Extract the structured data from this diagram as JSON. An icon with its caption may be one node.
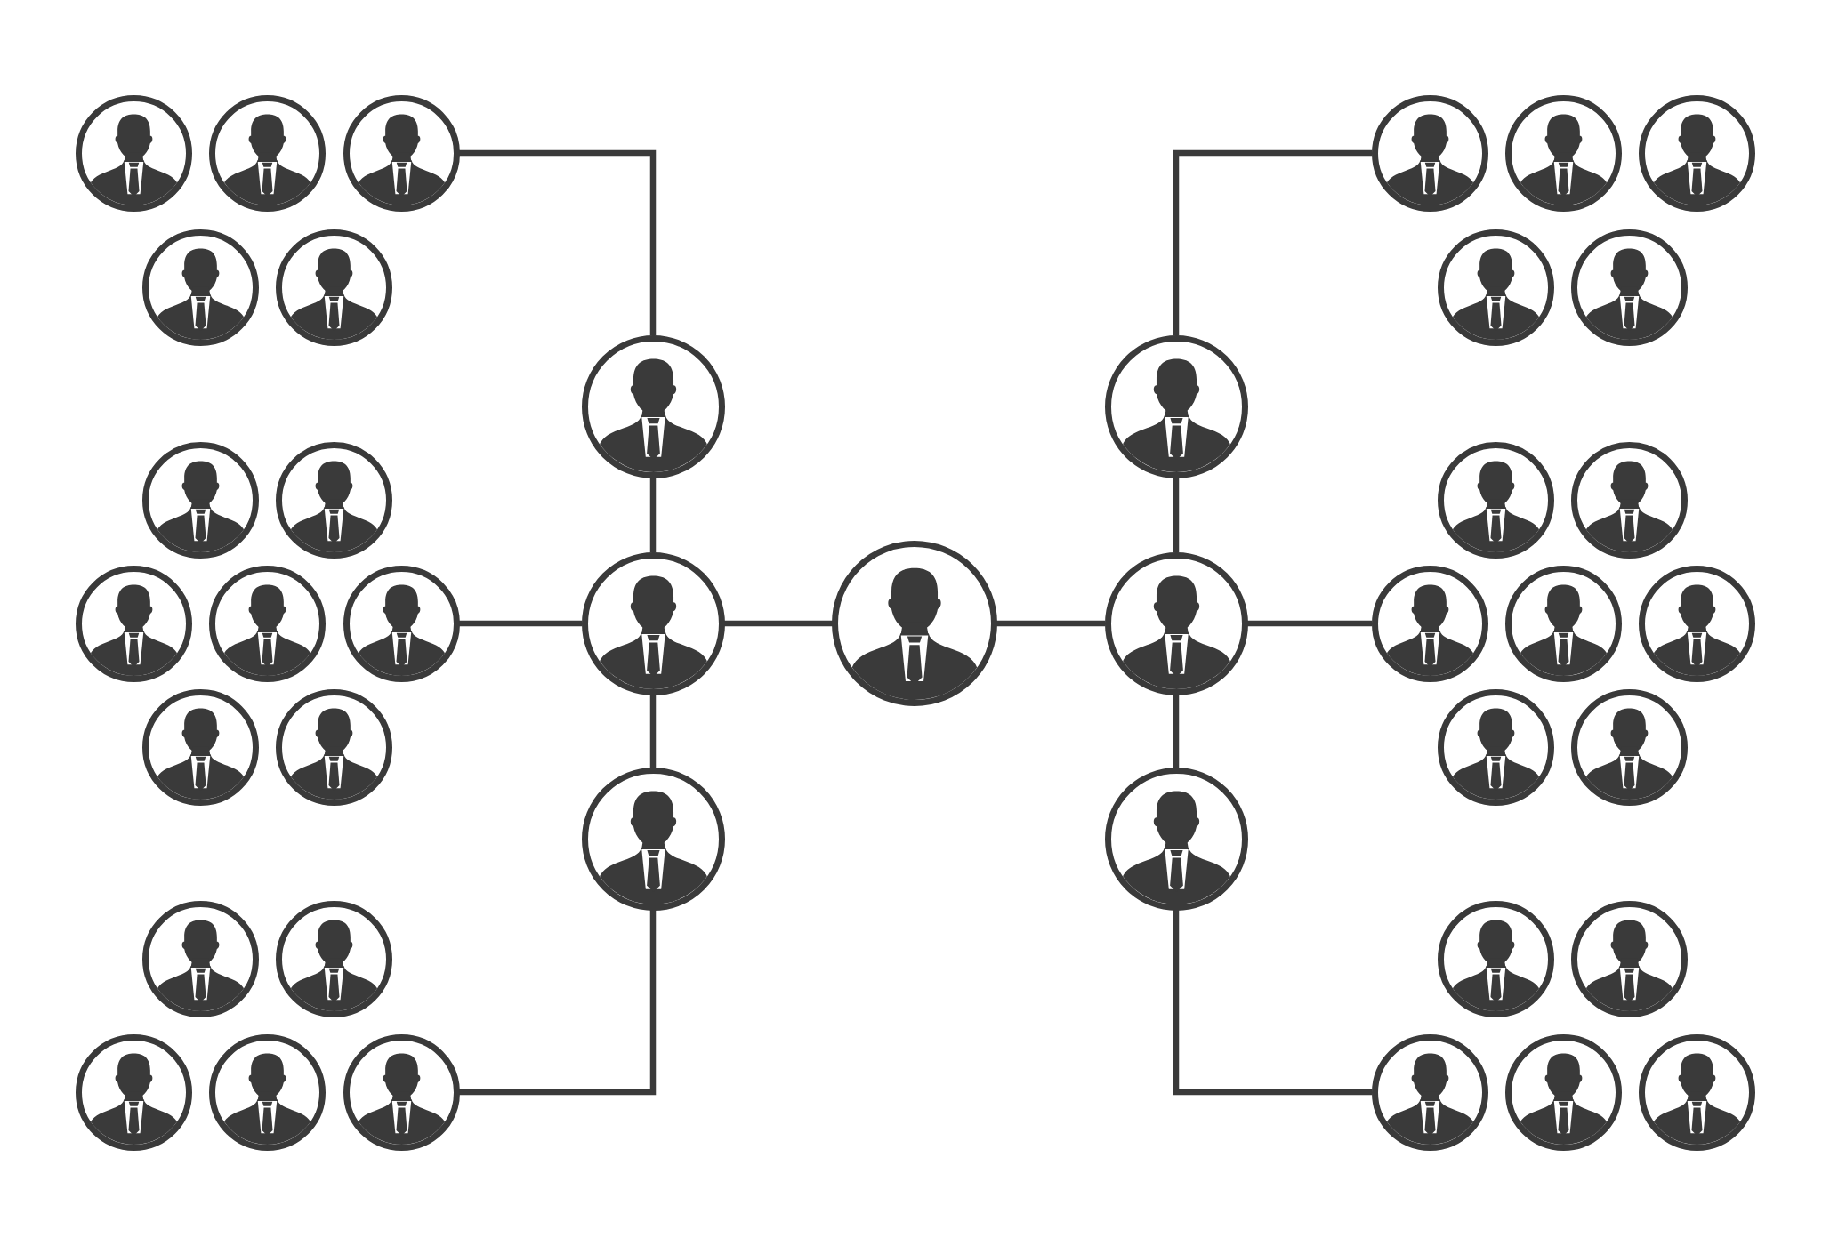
{
  "diagram": {
    "nodes": [
      {
        "text": [],
        "shape": "person"
      },
      {
        "text": [],
        "shape": "person"
      },
      {
        "text": [],
        "shape": "person"
      },
      {
        "text": [],
        "shape": "person"
      },
      {
        "text": [],
        "shape": "person"
      },
      {
        "text": [],
        "shape": "person"
      },
      {
        "text": [],
        "shape": "person"
      },
      {
        "text": [],
        "shape": "person"
      },
      {
        "text": [],
        "shape": "person"
      },
      {
        "text": [],
        "shape": "person"
      },
      {
        "text": [],
        "shape": "person"
      },
      {
        "text": [],
        "shape": "person"
      },
      {
        "text": [],
        "shape": "person"
      },
      {
        "text": [],
        "shape": "person"
      },
      {
        "text": [],
        "shape": "person"
      },
      {
        "text": [],
        "shape": "person"
      },
      {
        "text": [],
        "shape": "person"
      },
      {
        "text": [],
        "shape": "person"
      },
      {
        "text": [],
        "shape": "person"
      },
      {
        "text": [],
        "shape": "person"
      },
      {
        "text": [],
        "shape": "person"
      },
      {
        "text": [],
        "shape": "person"
      },
      {
        "text": [],
        "shape": "person"
      },
      {
        "text": [],
        "shape": "person"
      },
      {
        "text": [],
        "shape": "person"
      },
      {
        "text": [],
        "shape": "person"
      },
      {
        "text": [],
        "shape": "person"
      },
      {
        "text": [],
        "shape": "person"
      },
      {
        "text": [],
        "shape": "person"
      },
      {
        "text": [],
        "shape": "person"
      },
      {
        "text": [],
        "shape": "person"
      },
      {
        "text": [],
        "shape": "person"
      },
      {
        "text": [],
        "shape": "person"
      },
      {
        "text": [],
        "shape": "person"
      },
      {
        "text": [],
        "shape": "person"
      },
      {
        "text": [],
        "shape": "person"
      },
      {
        "text": [],
        "shape": "person"
      },
      {
        "text": [],
        "shape": "person"
      },
      {
        "text": [],
        "shape": "person"
      },
      {
        "text": [],
        "shape": "person"
      },
      {
        "text": [],
        "shape": "person"
      }
    ],
    "edges": [
      {
        "from": 10,
        "to": 2,
        "arrow": "none"
      },
      {
        "from": 10,
        "to": 19,
        "arrow": "none"
      },
      {
        "from": 18,
        "to": 19,
        "arrow": "none"
      },
      {
        "from": 19,
        "to": 29,
        "arrow": "none"
      },
      {
        "from": 29,
        "to": 37,
        "arrow": "none"
      },
      {
        "from": 19,
        "to": 20,
        "arrow": "none"
      },
      {
        "from": 20,
        "to": 21,
        "arrow": "none"
      },
      {
        "from": 21,
        "to": 11,
        "arrow": "none"
      },
      {
        "from": 11,
        "to": 3,
        "arrow": "none"
      },
      {
        "from": 21,
        "to": 22,
        "arrow": "none"
      },
      {
        "from": 21,
        "to": 30,
        "arrow": "none"
      },
      {
        "from": 30,
        "to": 38,
        "arrow": "none"
      }
    ]
  }
}
